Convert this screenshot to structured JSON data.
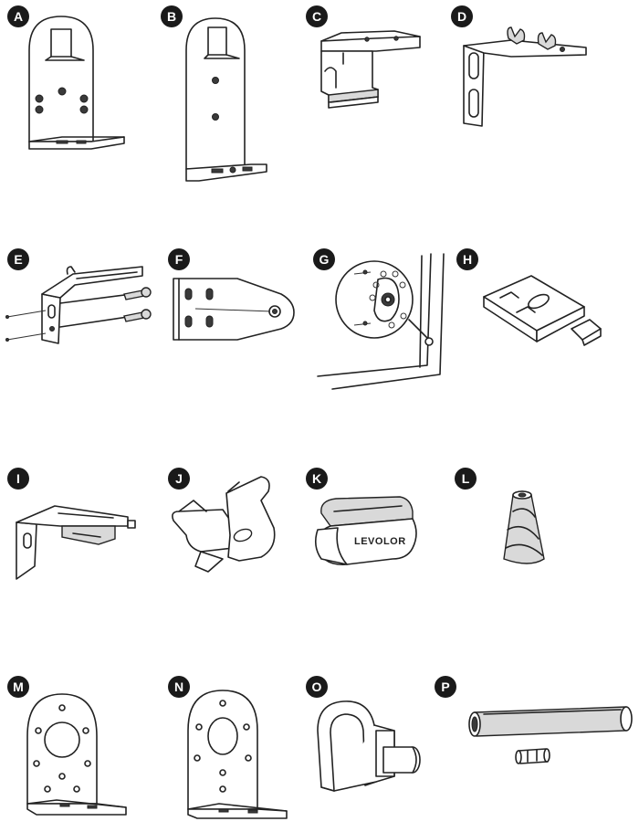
{
  "parts": [
    {
      "label": "A",
      "icon": "l-bracket-slotted-icon"
    },
    {
      "label": "B",
      "icon": "tall-l-bracket-icon"
    },
    {
      "label": "C",
      "icon": "clip-bracket-icon"
    },
    {
      "label": "D",
      "icon": "wing-nut-bracket-icon"
    },
    {
      "label": "E",
      "icon": "extension-bracket-screws-icon"
    },
    {
      "label": "F",
      "icon": "hinge-plate-icon"
    },
    {
      "label": "G",
      "icon": "window-frame-mount-icon"
    },
    {
      "label": "H",
      "icon": "mounting-clip-icon"
    },
    {
      "label": "I",
      "icon": "spring-bracket-icon"
    },
    {
      "label": "J",
      "icon": "valance-clip-icon"
    },
    {
      "label": "K",
      "icon": "levolor-cap-icon"
    },
    {
      "label": "L",
      "icon": "cord-tassel-icon"
    },
    {
      "label": "M",
      "icon": "roller-bracket-left-icon"
    },
    {
      "label": "N",
      "icon": "roller-bracket-right-icon"
    },
    {
      "label": "O",
      "icon": "cord-cleat-icon"
    },
    {
      "label": "P",
      "icon": "tube-coupler-icon"
    }
  ],
  "brand_text": "LEVOLOR"
}
